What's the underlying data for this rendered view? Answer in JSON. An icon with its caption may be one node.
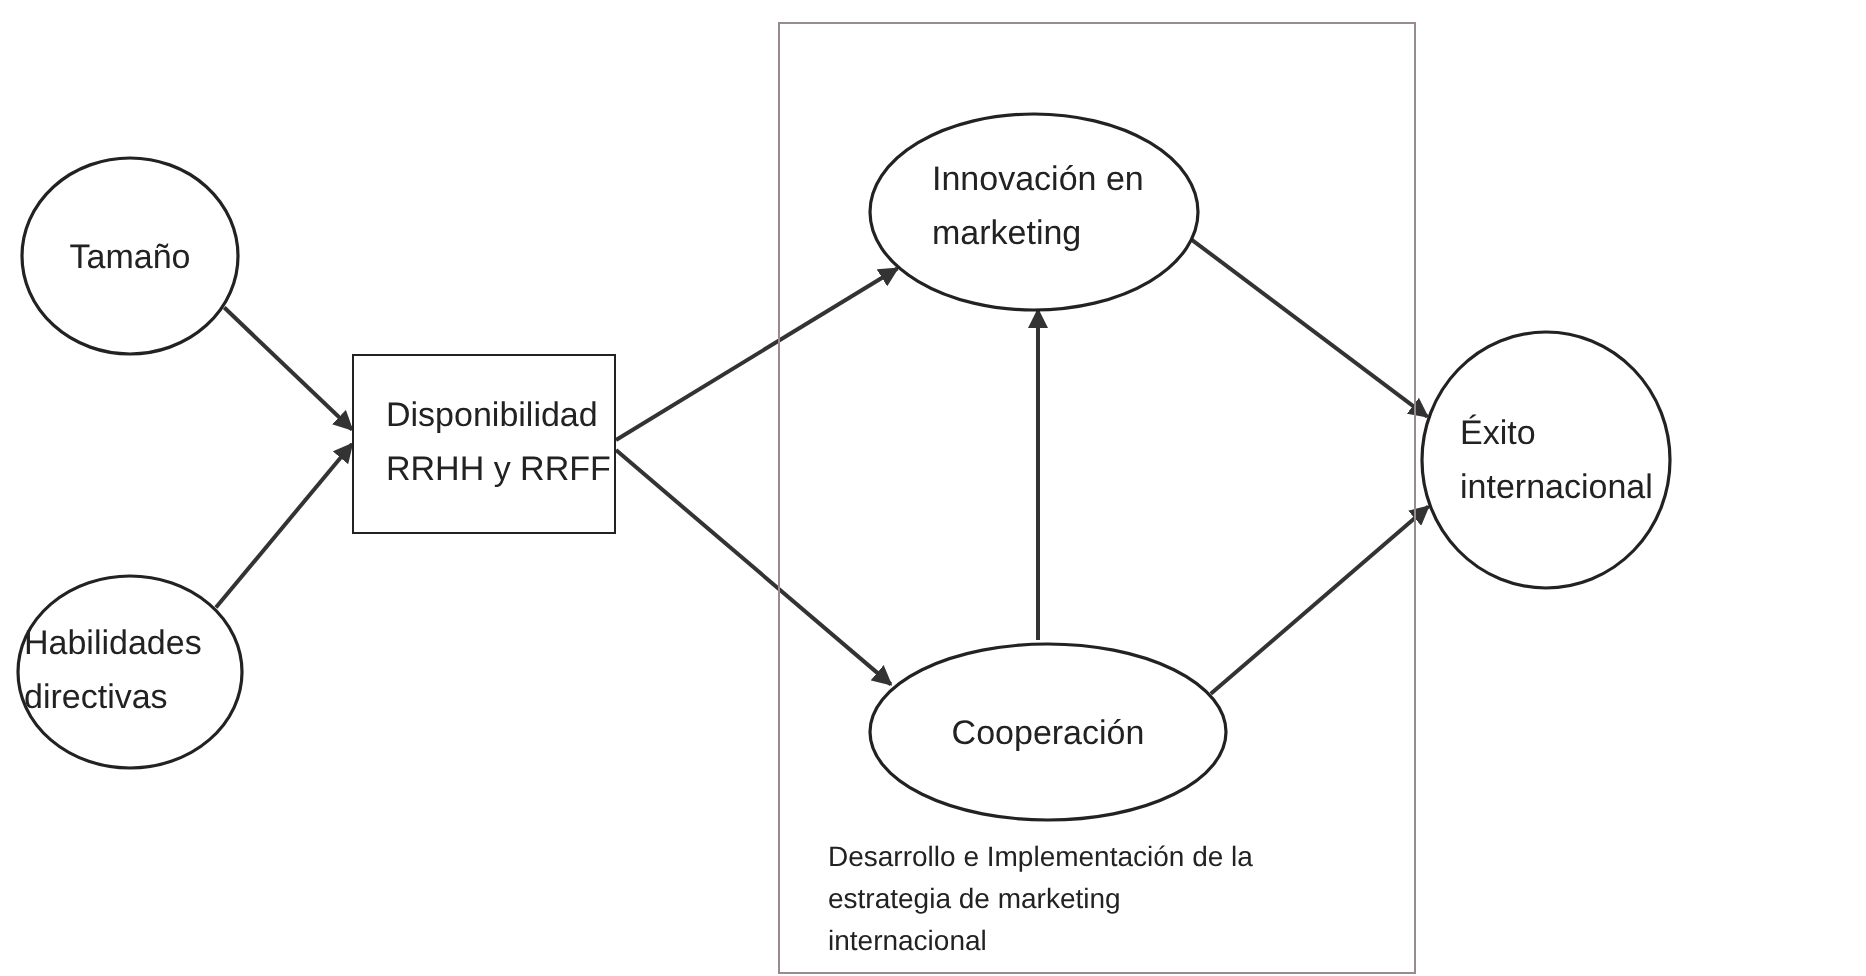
{
  "diagram": {
    "nodes": [
      {
        "text": [
          "Tamaño"
        ]
      },
      {
        "text": [
          "Habilidades directivas"
        ]
      },
      {
        "text": [
          "Disponibilidad RRHH y RRFF"
        ]
      },
      {
        "text": [
          "Desarrollo e Implementación de la estrategia de marketing internacional"
        ]
      },
      {
        "text": [
          "Innovación en marketing"
        ],
        "in": 3
      },
      {
        "text": [
          "Cooperación"
        ],
        "in": 3
      },
      {
        "text": [
          "Éxito internacional"
        ]
      }
    ],
    "edges": [
      {
        "from": 0,
        "to": 2,
        "arrow": "to"
      },
      {
        "from": 1,
        "to": 2,
        "arrow": "to"
      },
      {
        "from": 2,
        "to": 4,
        "arrow": "to"
      },
      {
        "from": 2,
        "to": 5,
        "arrow": "to"
      },
      {
        "from": 5,
        "to": 4,
        "arrow": "to"
      },
      {
        "from": 4,
        "to": 6,
        "arrow": "to"
      },
      {
        "from": 5,
        "to": 6,
        "arrow": "to"
      }
    ]
  }
}
